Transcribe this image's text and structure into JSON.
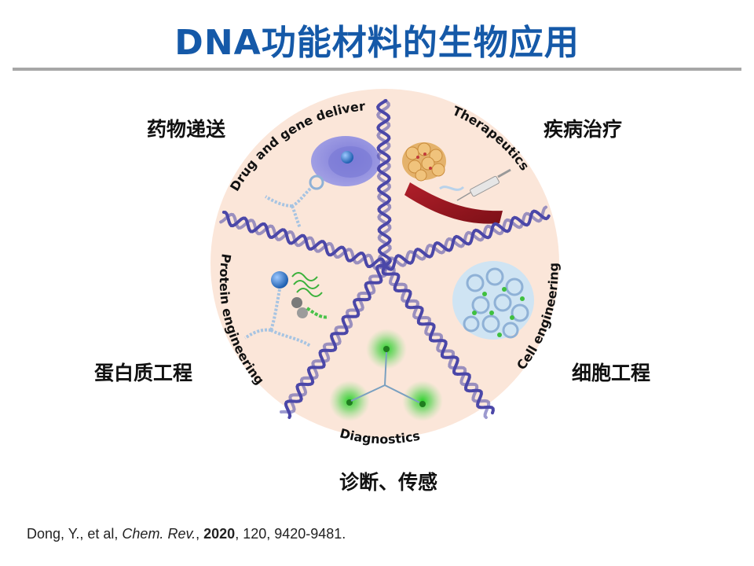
{
  "title": "DNA功能材料的生物应用",
  "labels_cn": {
    "drug": "药物递送",
    "therapy": "疾病治疗",
    "protein": "蛋白质工程",
    "cell": "细胞工程",
    "diag": "诊断、传感"
  },
  "labels_en": {
    "drug": "Drug and gene delivery",
    "therapy": "Therapeutics",
    "protein": "Protein engineering",
    "cell": "Cell engineering",
    "diag": "Diagnostics"
  },
  "citation": {
    "authors": "Dong, Y., et al, ",
    "journal": "Chem. Rev.",
    "sep": ", ",
    "year": "2020",
    "rest": ", 120, 9420-9481."
  },
  "colors": {
    "title": "#1559a8",
    "disk": "#fbe6d9",
    "helix": "#4b47a8",
    "glow": "#27c22a"
  }
}
